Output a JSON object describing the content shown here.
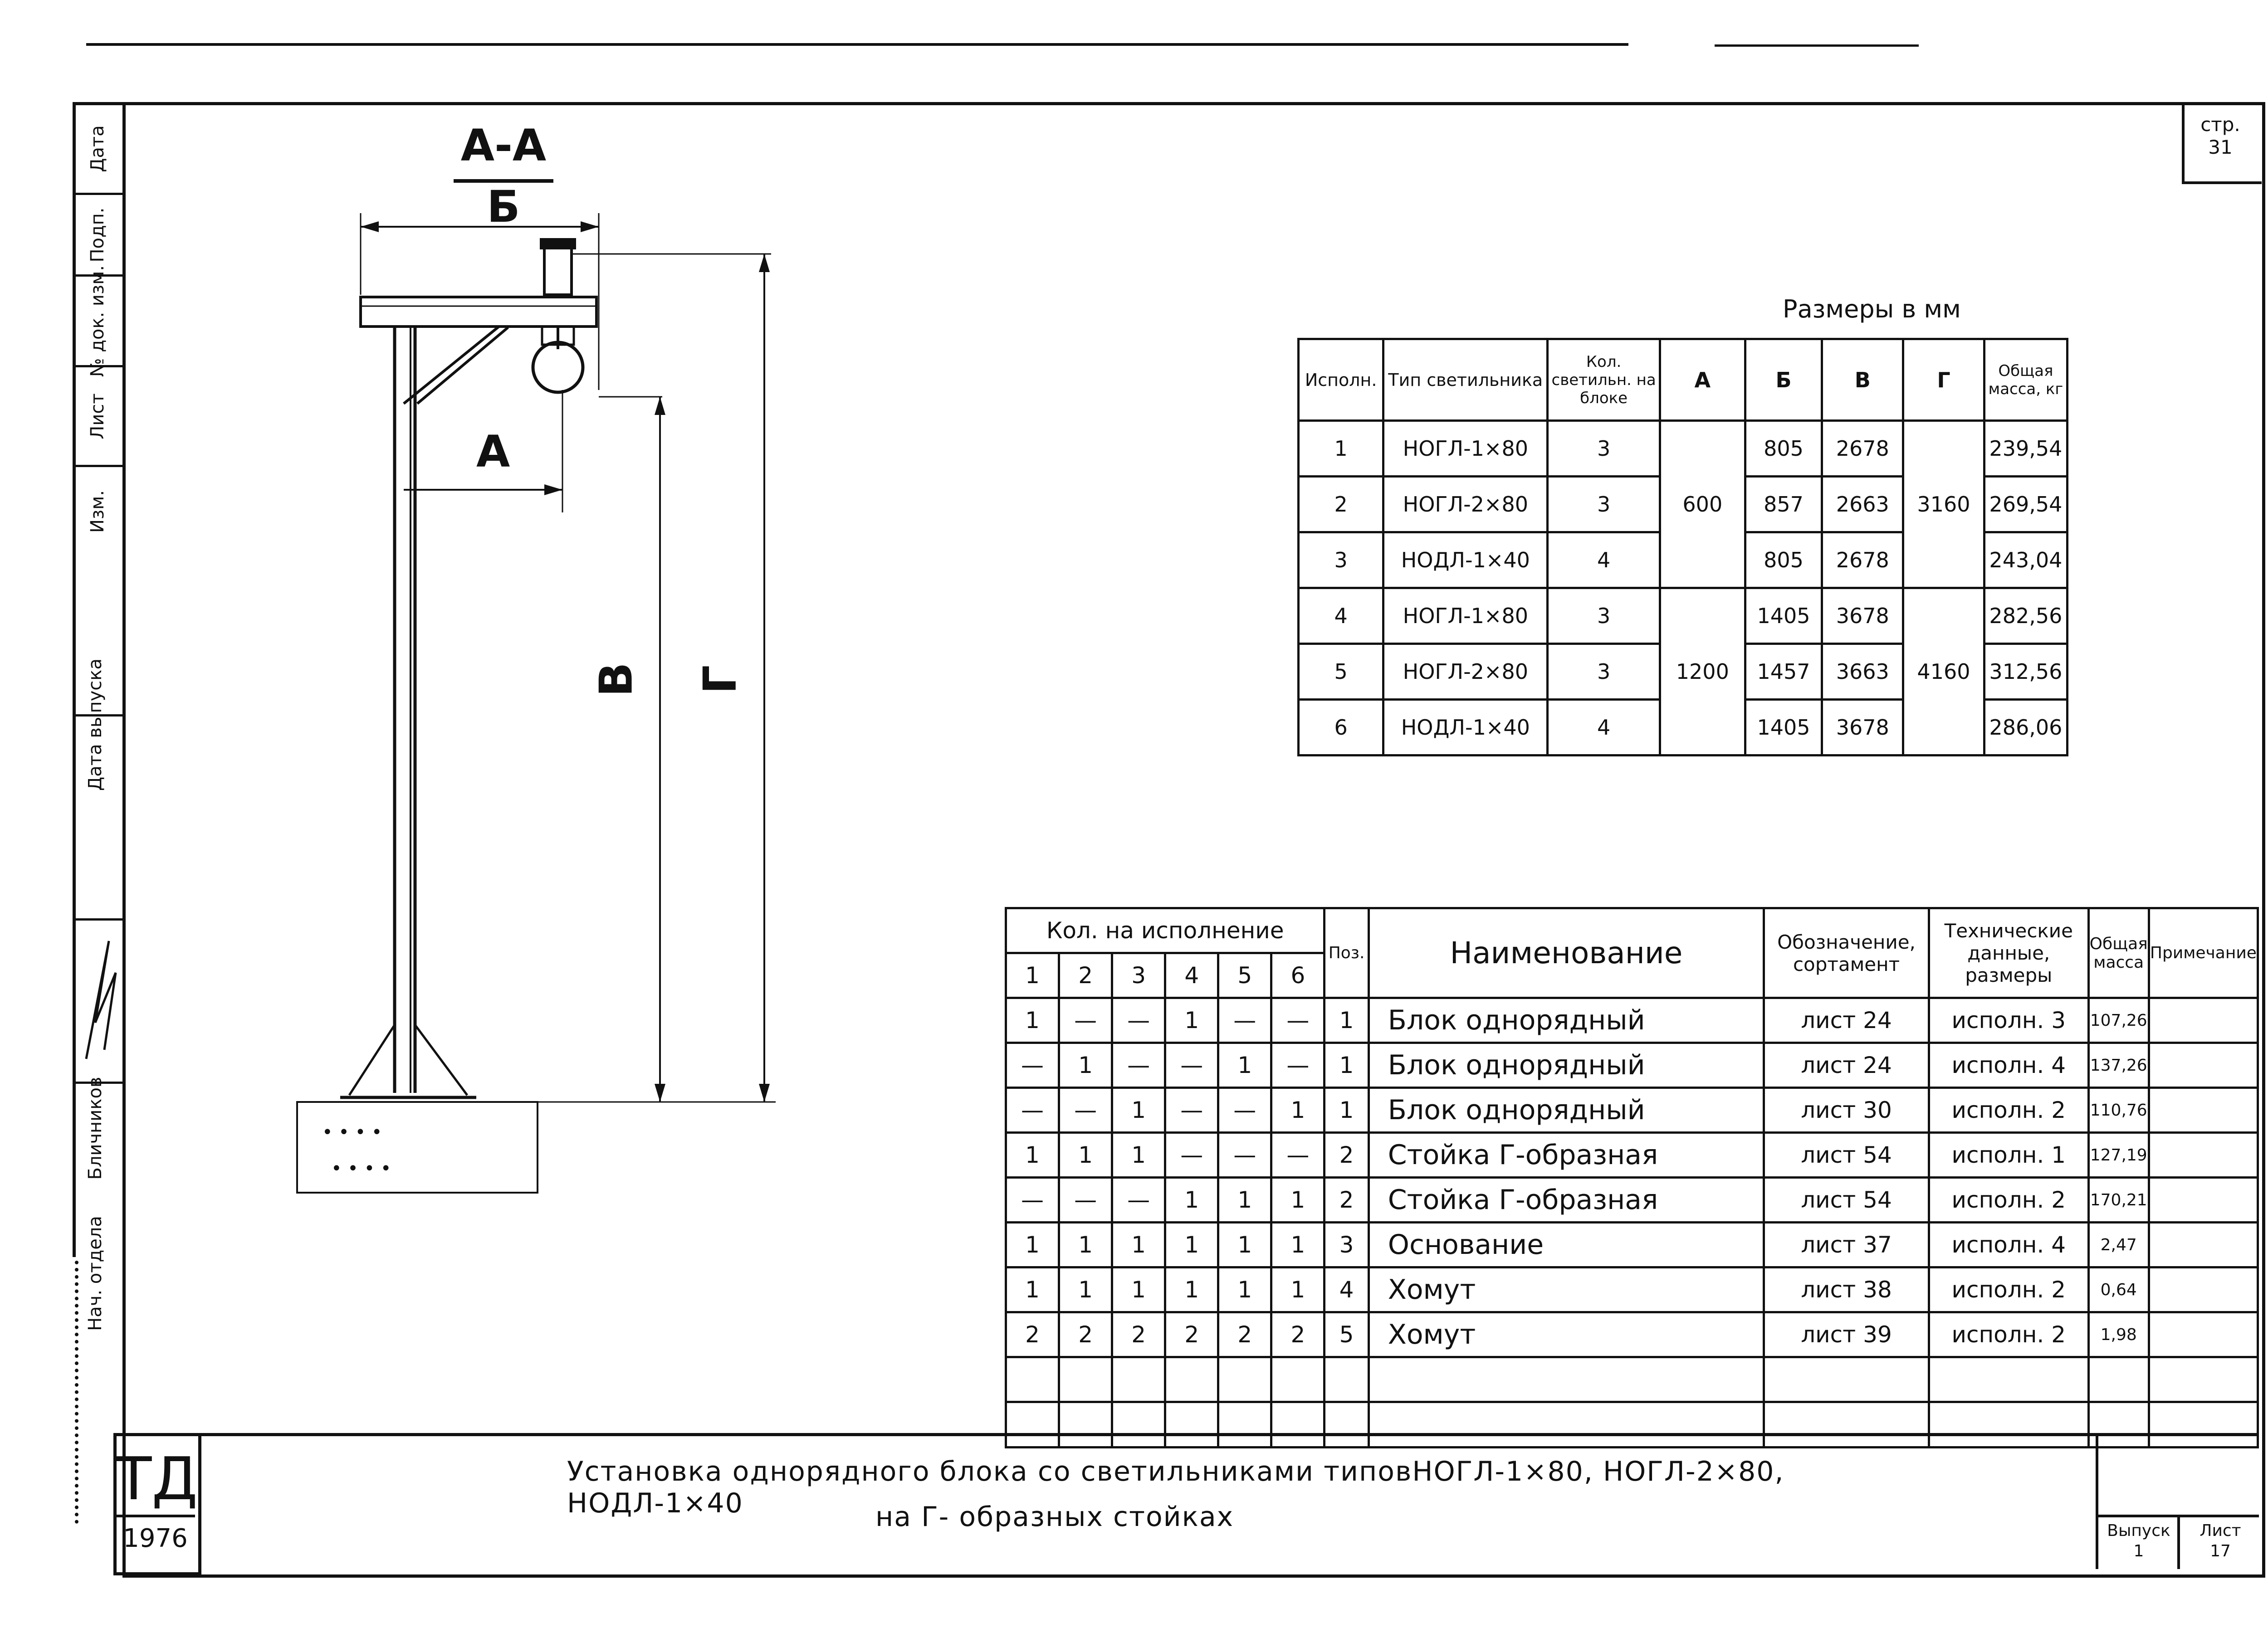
{
  "sheet": {
    "page_label": "стр. 31",
    "stamp_code": "ТД",
    "stamp_year": "1976",
    "title_line1": "Установка однорядного блока со светильниками типовНОГЛ-1×80, НОГЛ-2×80, НОДЛ-1×40",
    "title_line2": "на Г- образных стойках",
    "release_label": "Выпуск",
    "release_value": "1",
    "sheet_label": "Лист",
    "sheet_value": "17"
  },
  "side_stamp": {
    "cells": [
      "Дата",
      "Подп.",
      "№ док. изм.",
      "Лист",
      "Изм.",
      "Дата выпуска",
      "Бличников",
      "Нач. отдела"
    ]
  },
  "drawing": {
    "section_top": "А-А",
    "section_bottom": "Б",
    "dim_a": "А",
    "dim_v": "В",
    "dim_g": "Г"
  },
  "dim_table": {
    "caption": "Размеры в мм",
    "headers": [
      "Исполн.",
      "Тип светильника",
      "Кол. светильн. на блоке",
      "А",
      "Б",
      "В",
      "Г",
      "Общая масса, кг"
    ],
    "rows": [
      {
        "isp": "1",
        "type": "НОГЛ-1×80",
        "qty": "3",
        "b": "805",
        "v": "2678",
        "mass": "239,54"
      },
      {
        "isp": "2",
        "type": "НОГЛ-2×80",
        "qty": "3",
        "b": "857",
        "v": "2663",
        "mass": "269,54"
      },
      {
        "isp": "3",
        "type": "НОДЛ-1×40",
        "qty": "4",
        "b": "805",
        "v": "2678",
        "mass": "243,04"
      },
      {
        "isp": "4",
        "type": "НОГЛ-1×80",
        "qty": "3",
        "b": "1405",
        "v": "3678",
        "mass": "282,56"
      },
      {
        "isp": "5",
        "type": "НОГЛ-2×80",
        "qty": "3",
        "b": "1457",
        "v": "3663",
        "mass": "312,56"
      },
      {
        "isp": "6",
        "type": "НОДЛ-1×40",
        "qty": "4",
        "b": "1405",
        "v": "3678",
        "mass": "286,06"
      }
    ],
    "a_group1": "600",
    "a_group2": "1200",
    "g_group1": "3160",
    "g_group2": "4160"
  },
  "spec_table": {
    "qty_header": "Кол. на исполнение",
    "isp_cols": [
      "1",
      "2",
      "3",
      "4",
      "5",
      "6"
    ],
    "pos_header": "Поз.",
    "name_header": "Наименование",
    "desig_header": "Обозначение, сортамент",
    "tech_header": "Технические данные, размеры",
    "mass_header": "Общая масса",
    "note_header": "Примечание",
    "rows": [
      {
        "q": [
          "1",
          "—",
          "—",
          "1",
          "—",
          "—"
        ],
        "pos": "1",
        "name": "Блок однорядный",
        "desig": "лист 24",
        "tech": "исполн. 3",
        "mass": "107,26"
      },
      {
        "q": [
          "—",
          "1",
          "—",
          "—",
          "1",
          "—"
        ],
        "pos": "1",
        "name": "Блок однорядный",
        "desig": "лист 24",
        "tech": "исполн. 4",
        "mass": "137,26"
      },
      {
        "q": [
          "—",
          "—",
          "1",
          "—",
          "—",
          "1"
        ],
        "pos": "1",
        "name": "Блок однорядный",
        "desig": "лист 30",
        "tech": "исполн. 2",
        "mass": "110,76"
      },
      {
        "q": [
          "1",
          "1",
          "1",
          "—",
          "—",
          "—"
        ],
        "pos": "2",
        "name": "Стойка Г-образная",
        "desig": "лист 54",
        "tech": "исполн. 1",
        "mass": "127,19"
      },
      {
        "q": [
          "—",
          "—",
          "—",
          "1",
          "1",
          "1"
        ],
        "pos": "2",
        "name": "Стойка Г-образная",
        "desig": "лист 54",
        "tech": "исполн. 2",
        "mass": "170,21"
      },
      {
        "q": [
          "1",
          "1",
          "1",
          "1",
          "1",
          "1"
        ],
        "pos": "3",
        "name": "Основание",
        "desig": "лист 37",
        "tech": "исполн. 4",
        "mass": "2,47"
      },
      {
        "q": [
          "1",
          "1",
          "1",
          "1",
          "1",
          "1"
        ],
        "pos": "4",
        "name": "Хомут",
        "desig": "лист 38",
        "tech": "исполн. 2",
        "mass": "0,64"
      },
      {
        "q": [
          "2",
          "2",
          "2",
          "2",
          "2",
          "2"
        ],
        "pos": "5",
        "name": "Хомут",
        "desig": "лист 39",
        "tech": "исполн. 2",
        "mass": "1,98"
      }
    ]
  }
}
